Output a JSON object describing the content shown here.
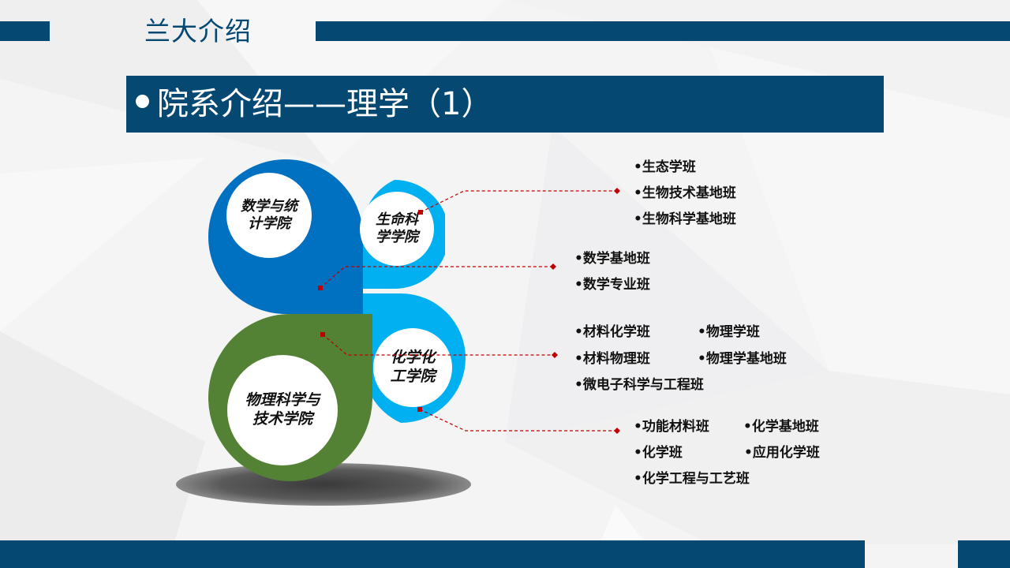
{
  "slide": {
    "section_title": "兰大介绍",
    "header": "院系介绍——理学（1）",
    "colors": {
      "navy": "#054872",
      "dark_blue": "#0070c0",
      "light_blue": "#00b0f0",
      "green": "#548235",
      "connector": "#c00000"
    }
  },
  "colleges": [
    {
      "name": "数学与统计学院",
      "line1": "数学与统",
      "line2": "计学院"
    },
    {
      "name": "生命科学学院",
      "line1": "生命科",
      "line2": "学学院"
    },
    {
      "name": "化学化工学院",
      "line1": "化学化",
      "line2": "工学院"
    },
    {
      "name": "物理科学与技术学院",
      "line1": "物理科学与",
      "line2": "技术学院"
    }
  ],
  "programs": {
    "life_science": [
      "•生态学班",
      "•生物技术基地班",
      "•生物科学基地班"
    ],
    "math": [
      "•数学基地班",
      "•数学专业班"
    ],
    "physics": [
      "•材料化学班",
      "•物理学班",
      "•材料物理班",
      "•物理学基地班",
      "•微电子科学与工程班"
    ],
    "chemistry": [
      "•功能材料班",
      "•化学基地班",
      "•化学班",
      "•应用化学班",
      "•化学工程与工艺班"
    ]
  }
}
